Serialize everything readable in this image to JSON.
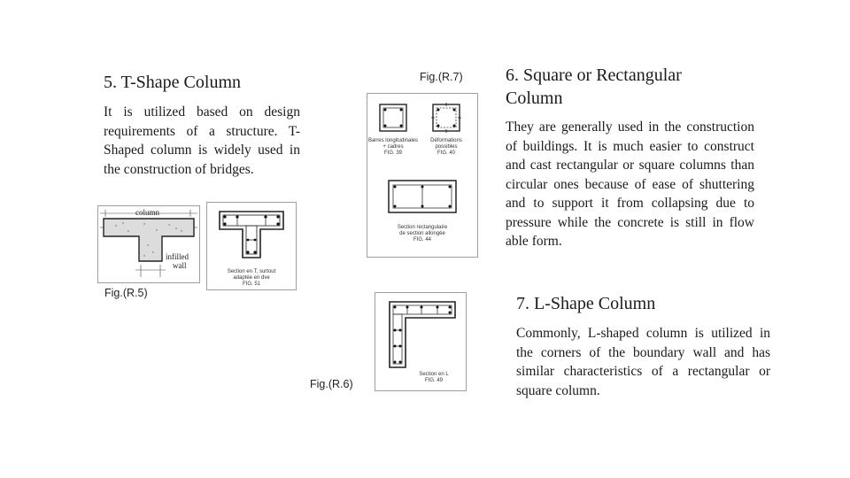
{
  "t_shape": {
    "heading": "5. T-Shape Column",
    "body": "It is utilized based on design requirements of a structure. T-Shaped column is widely used in the construction of bridges.",
    "fig_caption": "Fig.(R.5)",
    "fig_a_labels": {
      "column": "column",
      "infilled": "infilled",
      "wall": "wall"
    },
    "fig_b_labels": {
      "line1": "Section en T, surtout",
      "line2": "adaptée en dve",
      "fig": "FIG. 51"
    }
  },
  "square": {
    "heading_line1": "6. Square or Rectangular",
    "heading_line2": "Column",
    "body": "They are generally used in the construction of buildings. It is much easier to construct and cast rectangular or square columns than circular ones because of ease of shuttering and to support it from collapsing due to pressure while the concrete is still in flow able form.",
    "fig_caption": "Fig.(R.7)",
    "fig_labels": {
      "a1": "Barres longitudinales",
      "a2": "+ cadres",
      "a3": "FIG. 39",
      "b1": "Déformations",
      "b2": "possibles",
      "b3": "FIG. 40",
      "c1": "Section rectangulaire",
      "c2": "de section allongée",
      "c3": "FIG. 44"
    }
  },
  "l_shape": {
    "heading": "7. L-Shape Column",
    "body": "Commonly, L-shaped column is utilized in the corners of the boundary wall and has similar characteristics of a rectangular or square column.",
    "fig_caption": "Fig.(R.6)",
    "fig_labels": {
      "l1": "Section en L",
      "l2": "FIG. 49"
    }
  }
}
